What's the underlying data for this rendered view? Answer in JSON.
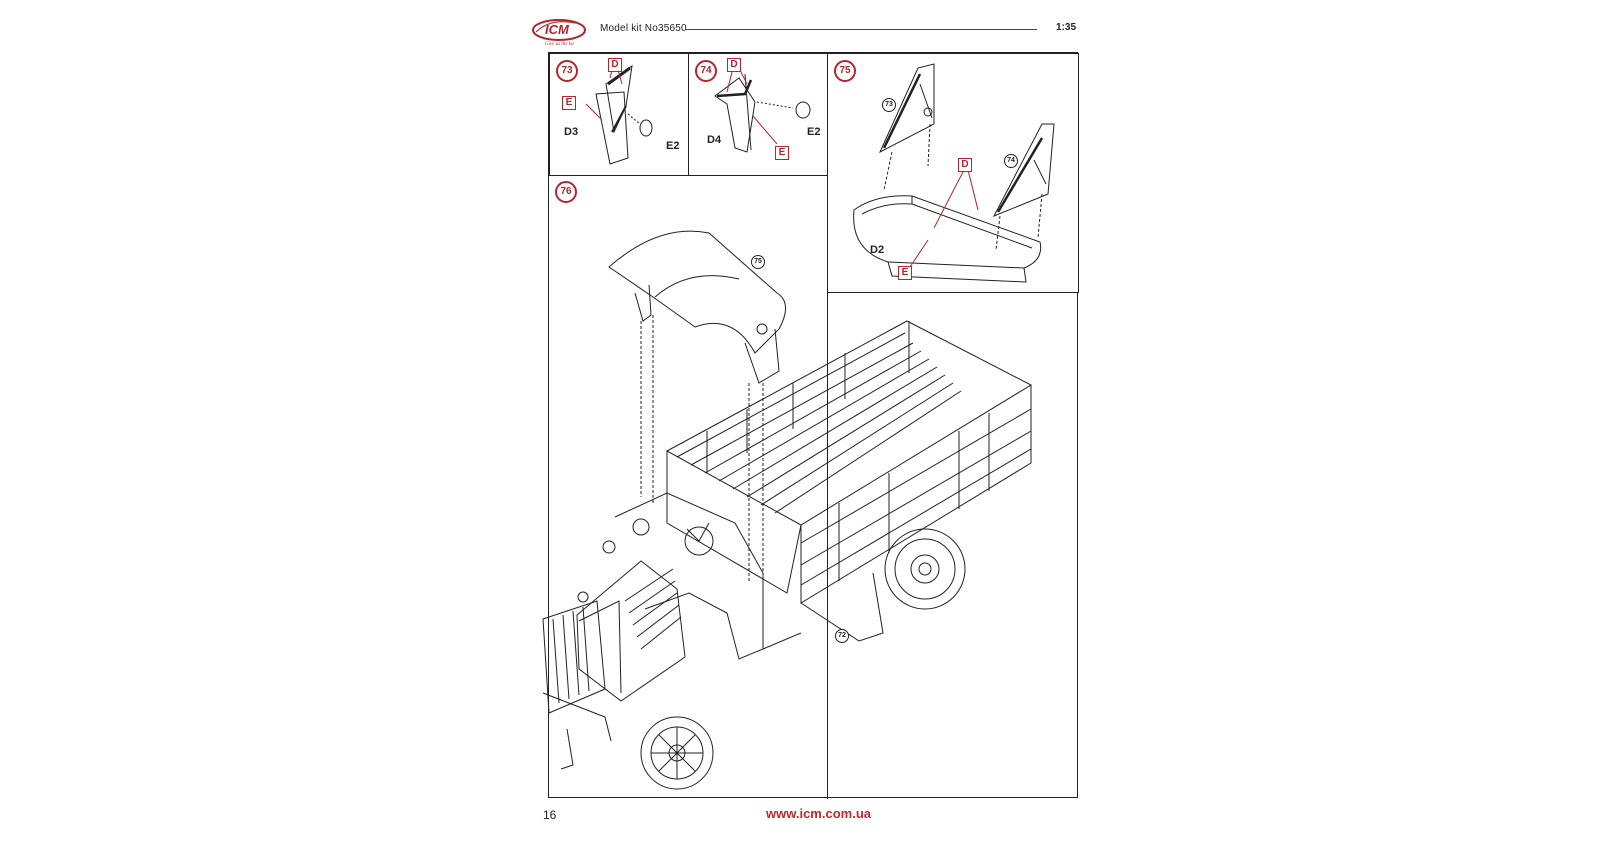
{
  "header": {
    "logo_text": "ICM",
    "logo_tagline": "Give us the kit",
    "kit_title": "Model kit No35650",
    "scale": "1:35"
  },
  "steps": {
    "s73": {
      "number": "73",
      "part_boxes": [
        "D",
        "E"
      ],
      "part_labels": [
        "D3",
        "E2"
      ]
    },
    "s74": {
      "number": "74",
      "part_boxes": [
        "D",
        "E"
      ],
      "part_labels": [
        "D4",
        "E2"
      ]
    },
    "s75": {
      "number": "75",
      "part_boxes": [
        "D",
        "E"
      ],
      "part_labels": [
        "D2"
      ],
      "refs": [
        "73",
        "74"
      ]
    },
    "s76": {
      "number": "76",
      "refs": [
        "75",
        "72"
      ]
    }
  },
  "footer": {
    "page_number": "16",
    "url": "www.icm.com.ua"
  },
  "colors": {
    "accent": "#b3262c",
    "url": "#c0282e",
    "line": "#222222"
  }
}
